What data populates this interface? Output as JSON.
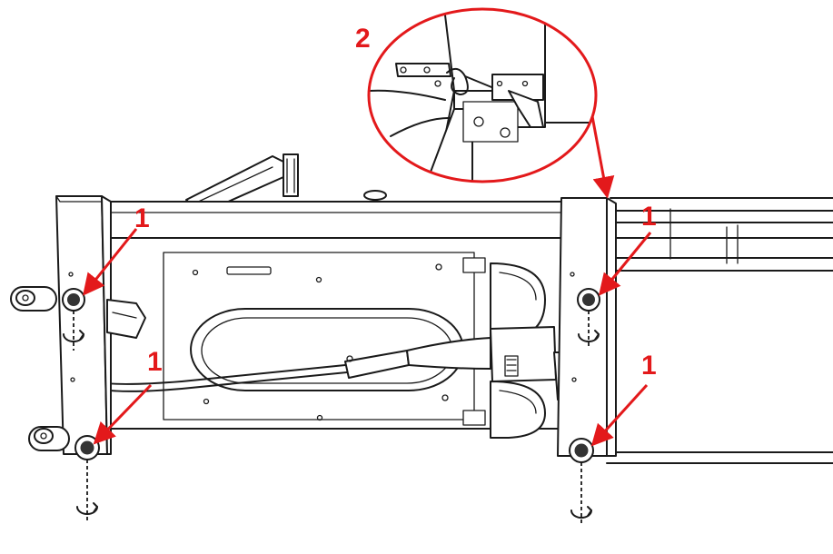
{
  "colors": {
    "callout": "#e3191b",
    "line": "#1a1a1a",
    "background": "#ffffff"
  },
  "callouts": [
    {
      "id": "foot-front-left",
      "label": "1"
    },
    {
      "id": "foot-rear-left",
      "label": "1"
    },
    {
      "id": "foot-front-right",
      "label": "1"
    },
    {
      "id": "foot-rear-right",
      "label": "1"
    },
    {
      "id": "cable-connector-detail",
      "label": "2"
    }
  ],
  "icons": [
    "rotation-arrow-icon",
    "leveling-foot-icon",
    "transport-wheel-icon"
  ]
}
